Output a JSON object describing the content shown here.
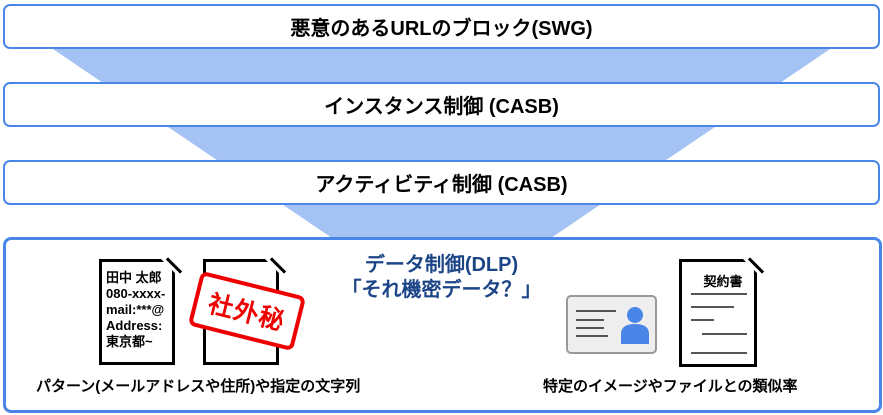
{
  "layers": [
    {
      "label": "悪意のあるURLのブロック(SWG)"
    },
    {
      "label": "インスタンス制御 (CASB)"
    },
    {
      "label": "アクティビティ制御 (CASB)"
    }
  ],
  "dlp": {
    "title_line1": "データ制御(DLP)",
    "title_line2": "「それ機密データ？」",
    "doc_lines": [
      "田中 太郎",
      "080-xxxx-",
      "mail:***@",
      "Address:",
      "東京都~"
    ],
    "stamp": "社外秘",
    "left_caption": "パターン(メールアドレスや住所)や指定の文字列",
    "contract_title": "契約書",
    "right_caption": "特定のイメージやファイルとの類似率"
  },
  "colors": {
    "border": "#4a86e8",
    "funnel": "#a4c2f4",
    "title": "#1c4587",
    "stamp": "#ee0000",
    "person": "#4a86e8"
  }
}
